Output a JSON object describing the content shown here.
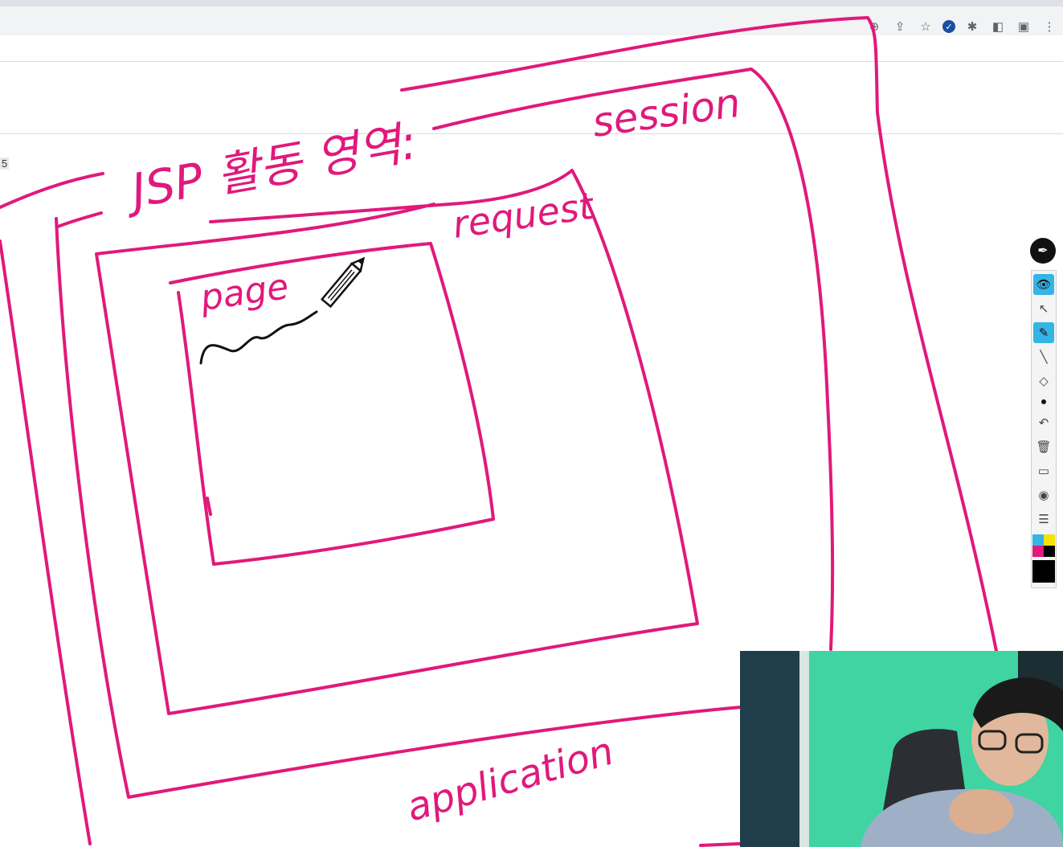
{
  "browser": {
    "toolbar_icons": [
      "zoom-icon",
      "share-icon",
      "star-icon",
      "account-check-icon",
      "extensions-icon",
      "sidebar-icon",
      "media-icon",
      "menu-icon"
    ]
  },
  "page": {
    "marker": "5"
  },
  "whiteboard": {
    "title": "JSP 활동 영역:",
    "labels": {
      "page": "page",
      "request": "request",
      "session": "session",
      "application": "application"
    },
    "ink_color": "#e0197b"
  },
  "annotation_toolbar": {
    "tools": [
      "eye-icon",
      "cursor-icon",
      "highlighter-icon",
      "pen-icon",
      "eraser-icon",
      "dot-size-icon",
      "undo-icon",
      "trash-icon",
      "screen-icon",
      "camera-icon",
      "clipboard-icon"
    ],
    "active_tools": [
      "eye-icon",
      "highlighter-icon"
    ],
    "colors": [
      "#35b4e6",
      "#f5e20a",
      "#e0197b",
      "#000000"
    ]
  }
}
